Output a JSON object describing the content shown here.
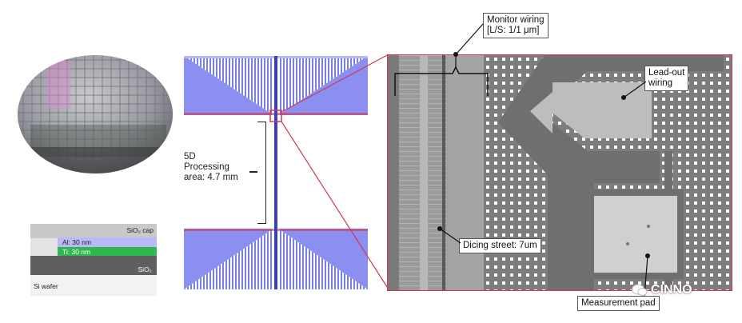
{
  "stack": {
    "cap": "SiO₂ cap",
    "al": "Al: 30 nm",
    "ti": "Ti: 30 nm",
    "oxide": "SiO₂",
    "substrate": "Si wafer"
  },
  "processing_area": {
    "line1": "5D",
    "line2": "Processing",
    "line3": "area: 4.7 mm"
  },
  "callouts": {
    "monitor_line1": "Monitor wiring",
    "monitor_line2": "[L/S: 1/1 μm]",
    "leadout_line1": "Lead-out",
    "leadout_line2": "wiring",
    "dicing": "Dicing street: 7um",
    "pad": "Measurement pad"
  },
  "watermark": "CINNO",
  "colors": {
    "wiring_blue": "#7a7fe6",
    "frame_red": "#d2394f",
    "al_layer": "#b9b9f5",
    "ti_layer": "#2eb84f",
    "oxide_layer": "#5f5f5f"
  }
}
